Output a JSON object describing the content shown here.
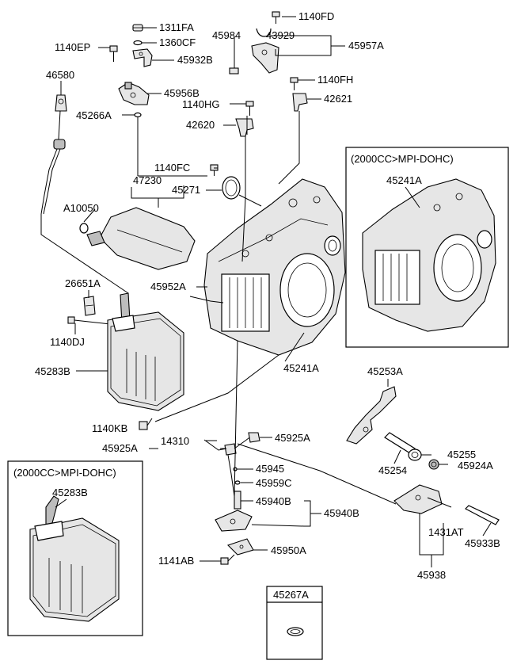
{
  "labels": {
    "p1311FA": "1311FA",
    "p1360CF": "1360CF",
    "p1140EP": "1140EP",
    "p45932B": "45932B",
    "p46580": "46580",
    "p45956B": "45956B",
    "p45266A": "45266A",
    "p1140FD": "1140FD",
    "p45984": "45984",
    "p43929": "43929",
    "p45957A": "45957A",
    "p1140FH": "1140FH",
    "p1140HG": "1140HG",
    "p42621": "42621",
    "p42620": "42620",
    "p1140FC": "1140FC",
    "p45271": "45271",
    "p47230": "47230",
    "pA10050": "A10050",
    "p45952A": "45952A",
    "p26651A": "26651A",
    "p1140DJ": "1140DJ",
    "p45283B": "45283B",
    "p45241A": "45241A",
    "p1140KB": "1140KB",
    "p45253A": "45253A",
    "p45255": "45255",
    "p45924A": "45924A",
    "p45254": "45254",
    "p45925A_left": "45925A",
    "p14310": "14310",
    "p45925A_right": "45925A",
    "p45945": "45945",
    "p45959C": "45959C",
    "p45940B_inner": "45940B",
    "p45940B_outer": "45940B",
    "p1431AT": "1431AT",
    "p45933B": "45933B",
    "p45938": "45938",
    "p1141AB": "1141AB",
    "p45950A": "45950A",
    "p45267A": "45267A"
  },
  "inset_top": {
    "title": "(2000CC>MPI-DOHC)",
    "part_label": "45241A"
  },
  "inset_bottom": {
    "title": "(2000CC>MPI-DOHC)",
    "part_label": "45283B"
  }
}
